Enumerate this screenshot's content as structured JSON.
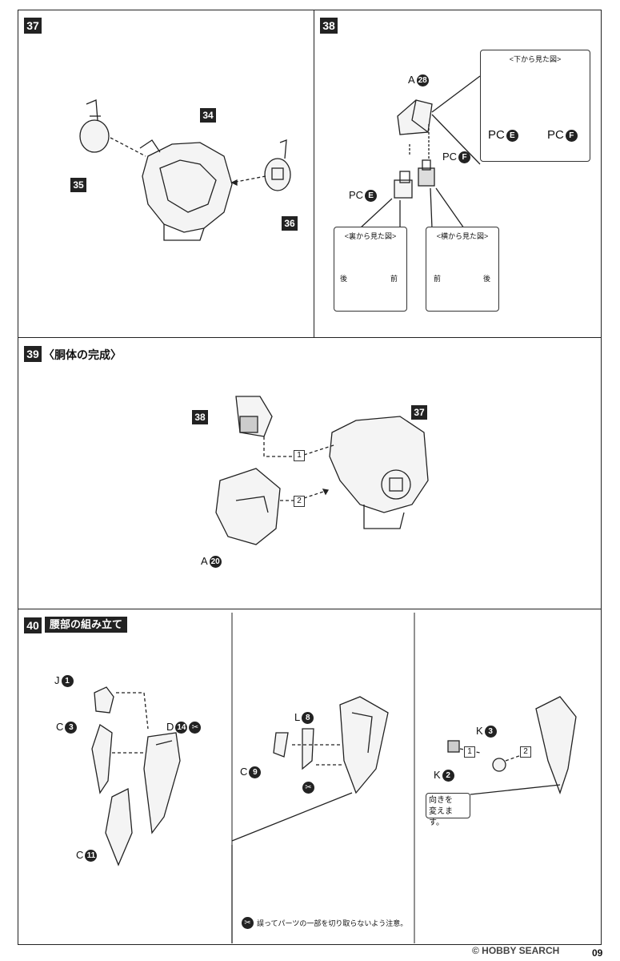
{
  "steps": {
    "s37": {
      "number": "37",
      "parts": {
        "p34": "34",
        "p35": "35",
        "p36": "36"
      }
    },
    "s38": {
      "number": "38",
      "a_label": "A",
      "a_num": "28",
      "pc_label": "PC",
      "e": "E",
      "f": "F",
      "bottom_view_title": "<下から見た図>",
      "back_view_title": "<裏から見た図>",
      "side_view_title": "<横から見た図>",
      "rear": "後",
      "front": "前"
    },
    "s39": {
      "number": "39",
      "title": "〈胴体の完成〉",
      "p38": "38",
      "p37": "37",
      "a_label": "A",
      "a_num": "20",
      "order1": "1",
      "order2": "2"
    },
    "s40": {
      "number": "40",
      "title": "腰部の組み立て",
      "j_label": "J",
      "j_num": "1",
      "c_label": "C",
      "c3": "3",
      "c9": "9",
      "c11": "11",
      "d_label": "D",
      "d_num": "14",
      "l_label": "L",
      "l_num": "8",
      "k_label": "K",
      "k3": "3",
      "k2": "2",
      "order1": "1",
      "order2": "2",
      "turn_note_line1": "向きを",
      "turn_note_line2": "変えます。",
      "caution": "誤ってパーツの一部を切り取らないよう注意。"
    }
  },
  "watermark": "© HOBBY SEARCH",
  "page_number": "09"
}
